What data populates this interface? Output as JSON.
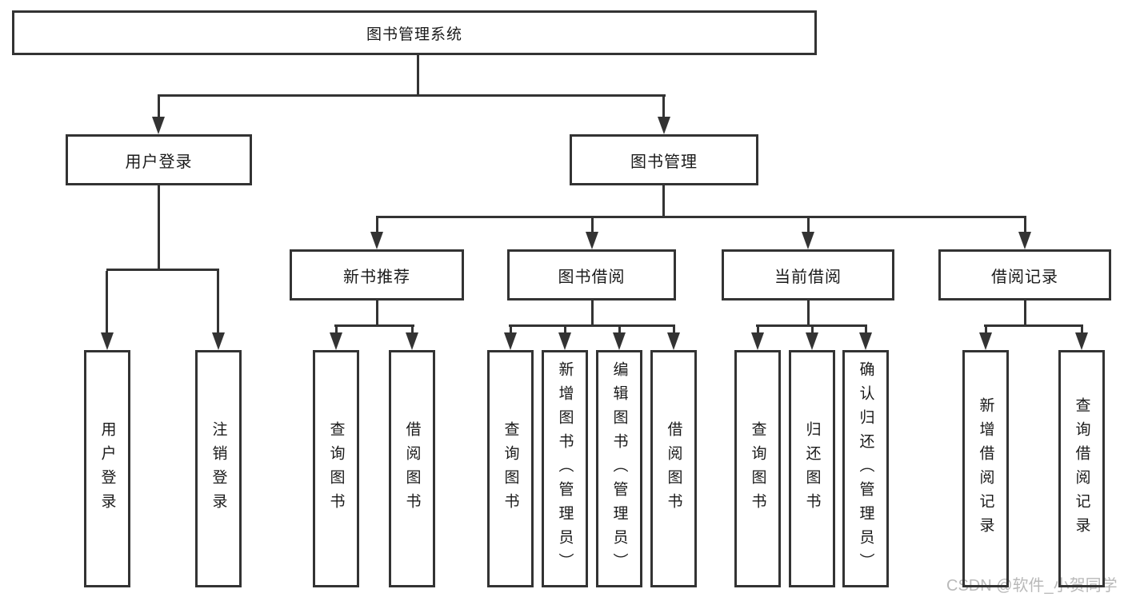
{
  "diagram": {
    "root": {
      "label": "图书管理系统"
    },
    "level2": [
      {
        "label": "用户登录"
      },
      {
        "label": "图书管理"
      }
    ],
    "level3": [
      {
        "label": "新书推荐",
        "parent": "图书管理"
      },
      {
        "label": "图书借阅",
        "parent": "图书管理"
      },
      {
        "label": "当前借阅",
        "parent": "图书管理"
      },
      {
        "label": "借阅记录",
        "parent": "图书管理"
      }
    ],
    "leaves": [
      {
        "label": "用户登录",
        "parent": "用户登录"
      },
      {
        "label": "注销登录",
        "parent": "用户登录"
      },
      {
        "label": "查询图书",
        "parent": "新书推荐"
      },
      {
        "label": "借阅图书",
        "parent": "新书推荐"
      },
      {
        "label": "查询图书",
        "parent": "图书借阅"
      },
      {
        "label": "新增图书（管理员）",
        "parent": "图书借阅"
      },
      {
        "label": "编辑图书（管理员）",
        "parent": "图书借阅"
      },
      {
        "label": "借阅图书",
        "parent": "图书借阅"
      },
      {
        "label": "查询图书",
        "parent": "当前借阅"
      },
      {
        "label": "归还图书",
        "parent": "当前借阅"
      },
      {
        "label": "确认归还（管理员）",
        "parent": "当前借阅"
      },
      {
        "label": "新增借阅记录",
        "parent": "借阅记录"
      },
      {
        "label": "查询借阅记录",
        "parent": "借阅记录"
      }
    ]
  },
  "watermark": {
    "text": "CSDN @软件_小贺同学"
  },
  "colors": {
    "line": "#333333",
    "text": "#1a1a1a",
    "watermark": "#b9b9b9",
    "background": "#ffffff"
  }
}
